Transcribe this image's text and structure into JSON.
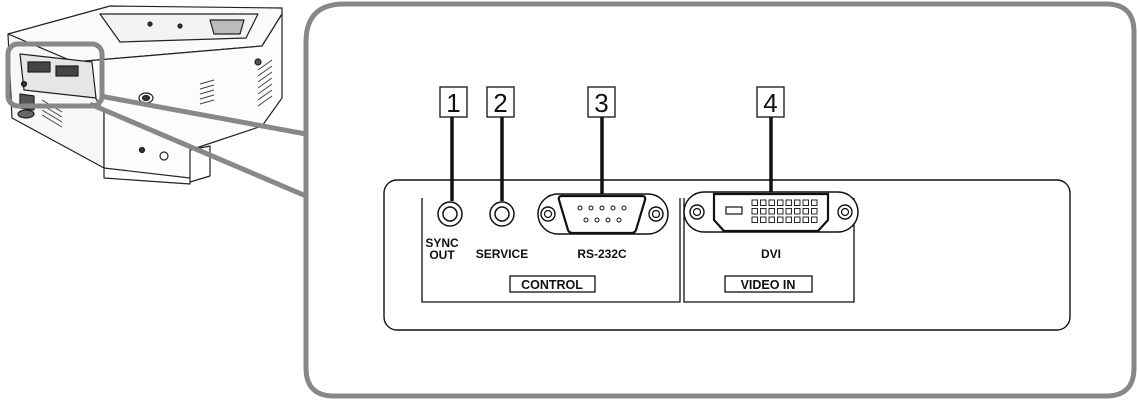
{
  "callouts": {
    "c1": "1",
    "c2": "2",
    "c3": "3",
    "c4": "4"
  },
  "ports": {
    "sync_out_line1": "SYNC",
    "sync_out_line2": "OUT",
    "service": "SERVICE",
    "rs232c": "RS-232C",
    "dvi": "DVI"
  },
  "groups": {
    "control": "CONTROL",
    "video_in": "VIDEO IN"
  },
  "colors": {
    "frame_gray": "#888888",
    "line": "#111111"
  }
}
